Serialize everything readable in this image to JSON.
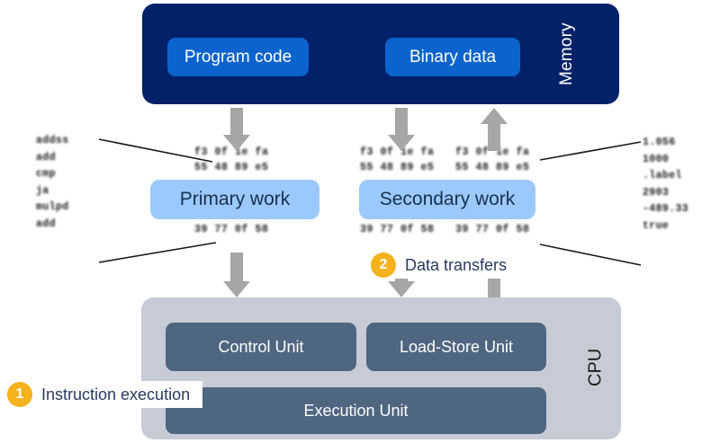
{
  "memory": {
    "label": "Memory",
    "color": "#022169",
    "chips": [
      {
        "name": "program-code",
        "label": "Program code",
        "color": "#0b63ce"
      },
      {
        "name": "binary-data",
        "label": "Binary data",
        "color": "#0b63ce"
      }
    ]
  },
  "work": {
    "color": "#9bc9fb",
    "primary_label": "Primary work",
    "secondary_label": "Secondary work"
  },
  "hex_dumps": {
    "a_top": "f3 0f 1e fa\n55 48 89 e5",
    "a_bottom": "39 77 0f 58",
    "b_top": "f3 0f 1e fa\n55 48 89 e5",
    "b_bottom": "39 77 0f 58",
    "c_top": "f3 0f 1e fa\n55 48 89 e5",
    "c_bottom": "39 77 0f 58"
  },
  "side_text": {
    "left": "addss\nadd\ncmp\nja\nmulpd\nadd",
    "right": "1.056\n1000\n.label\n2903\n-489.33\ntrue"
  },
  "cpu": {
    "label": "CPU",
    "color": "#c7cbd6",
    "unit_color": "#4f6680",
    "units": [
      {
        "name": "control-unit",
        "label": "Control Unit"
      },
      {
        "name": "load-store-unit",
        "label": "Load-Store Unit"
      },
      {
        "name": "execution-unit",
        "label": "Execution Unit"
      }
    ]
  },
  "callouts": [
    {
      "number": "1",
      "label": "Instruction execution",
      "badge_color": "#f5b21c"
    },
    {
      "number": "2",
      "label": "Data transfers",
      "badge_color": "#f5b21c"
    }
  ],
  "arrows": {
    "color": "#a6a6a6"
  }
}
